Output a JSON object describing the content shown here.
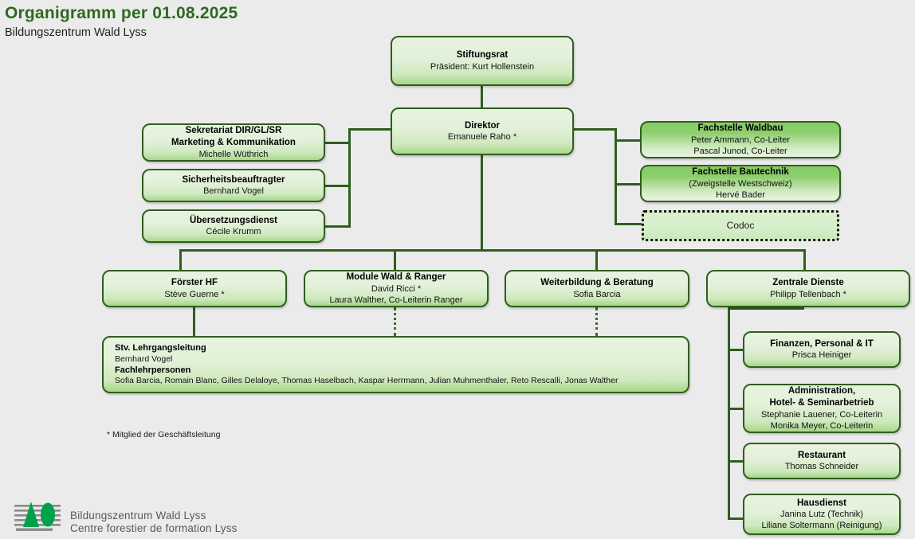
{
  "header": {
    "title": "Organigramm per 01.08.2025",
    "subtitle": "Bildungszentrum Wald Lyss"
  },
  "nodes": {
    "stiftungsrat": {
      "title": "Stiftungsrat",
      "line1": "Präsident: Kurt Hollenstein"
    },
    "direktor": {
      "title": "Direktor",
      "line1": "Emanuele Raho *"
    },
    "sekretariat": {
      "title": "Sekretariat DIR/GL/SR",
      "title2": "Marketing & Kommunikation",
      "line1": "Michelle Wüthrich"
    },
    "sicherheit": {
      "title": "Sicherheitsbeauftragter",
      "line1": "Bernhard Vogel"
    },
    "uebersetzung": {
      "title": "Übersetzungsdienst",
      "line1": "Cécile Krumm"
    },
    "waldbau": {
      "title": "Fachstelle Waldbau",
      "line1": "Peter Ammann, Co-Leiter",
      "line2": "Pascal Junod, Co-Leiter"
    },
    "bautechnik": {
      "title": "Fachstelle Bautechnik",
      "line1": "(Zweigstelle Westschweiz)",
      "line2": "Hervé Bader"
    },
    "codoc": {
      "label": "Codoc"
    },
    "foerster": {
      "title": "Förster HF",
      "line1": "Stève Guerne *"
    },
    "module": {
      "title": "Module Wald & Ranger",
      "line1": "David Ricci *",
      "line2": "Laura Walther, Co-Leiterin Ranger"
    },
    "weiterbildung": {
      "title": "Weiterbildung & Beratung",
      "line1": "Sofia Barcia"
    },
    "zentrale": {
      "title": "Zentrale Dienste",
      "line1": "Philipp Tellenbach *"
    },
    "lehrgang": {
      "heading1": "Stv. Lehrgangsleitung",
      "text1": "Bernhard Vogel",
      "heading2": "Fachlehrpersonen",
      "text2": "Sofia Barcia, Romain Blanc, Gilles Delaloye, Thomas Haselbach, Kaspar Herrmann, Julian Muhmenthaler, Reto Rescalli, Jonas Walther"
    },
    "finanzen": {
      "title": "Finanzen, Personal & IT",
      "line1": "Prisca Heiniger"
    },
    "administration": {
      "title": "Administration,",
      "title2": "Hotel- & Seminarbetrieb",
      "line1": "Stephanie Lauener, Co-Leiterin",
      "line2": "Monika Meyer, Co-Leiterin"
    },
    "restaurant": {
      "title": "Restaurant",
      "line1": "Thomas Schneider"
    },
    "hausdienst": {
      "title": "Hausdienst",
      "line1": "Janina Lutz (Technik)",
      "line2": "Liliane Soltermann (Reinigung)"
    }
  },
  "footnote": "* Mitglied der Geschäftsleitung",
  "logo": {
    "line1": "Bildungszentrum Wald Lyss",
    "line2": "Centre forestier de formation Lyss"
  },
  "colors": {
    "accent": "#2d6a1f",
    "border": "#2f5e1f",
    "background": "#ebebeb",
    "logo_green": "#00a14b",
    "logo_gray": "#8a8a8a"
  }
}
